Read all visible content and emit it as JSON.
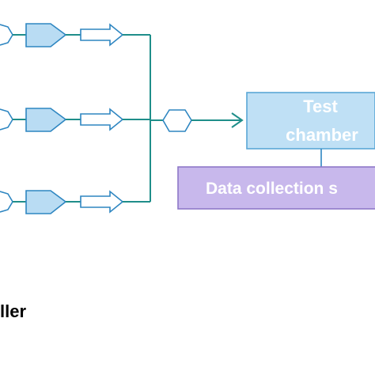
{
  "test_chamber": {
    "line1": "Test",
    "line2": "chamber"
  },
  "data_collection": {
    "label": "Data collection s"
  },
  "caption": {
    "label": "ller"
  },
  "colors": {
    "connector": "#1f8e8a",
    "shape_fill": "#b9dcf3",
    "shape_stroke": "#2e86c1",
    "chamber_fill": "#bfe0f5",
    "chamber_stroke": "#5aa6d6",
    "collection_fill": "#c8b8ec",
    "collection_stroke": "#8e78c8"
  }
}
